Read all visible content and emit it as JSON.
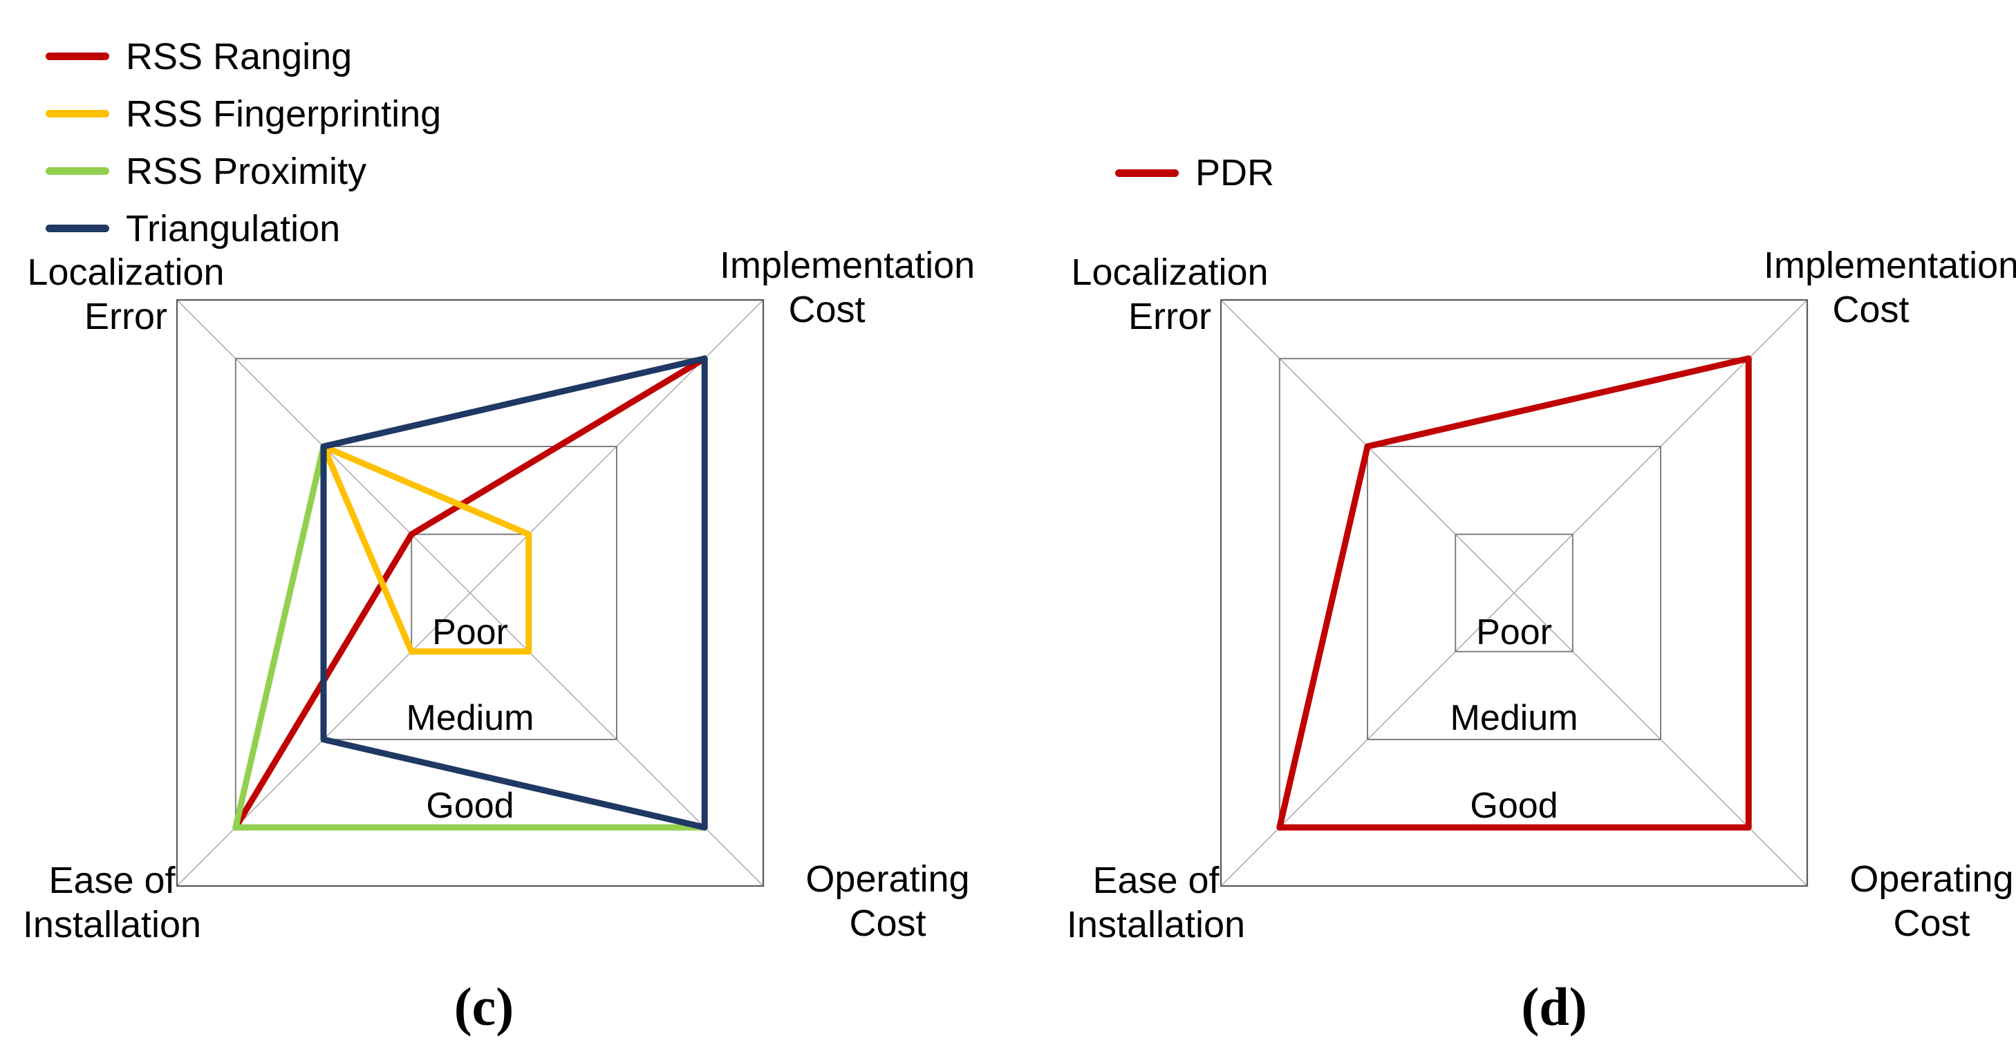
{
  "figure": {
    "background": "#FFFFFF",
    "grid": {
      "border_color": "#595959",
      "ring_color": "#7F7F7F",
      "diagonal_color": "#A6A6A6"
    }
  },
  "chart_data": [
    {
      "type": "radar",
      "panel_label": "(c)",
      "grid_shape": "square",
      "grid_diagonals": true,
      "axes": [
        "Localization Error",
        "Implementation Cost",
        "Operating Cost",
        "Ease of Installation"
      ],
      "axes_positions": [
        "top-left",
        "top-right",
        "bottom-right",
        "bottom-left"
      ],
      "levels": [
        "Poor",
        "Medium",
        "Good"
      ],
      "level_fractions": [
        0.2,
        0.5,
        0.8
      ],
      "legend_position": "top-left",
      "series": [
        {
          "name": "RSS Ranging",
          "color": "#C00000",
          "values": [
            "Poor",
            "Good",
            null,
            "Good"
          ]
        },
        {
          "name": "RSS Fingerprinting",
          "color": "#FFC000",
          "values": [
            "Medium",
            "Poor",
            "Poor",
            "Poor"
          ]
        },
        {
          "name": "RSS Proximity",
          "color": "#92D050",
          "values": [
            "Medium",
            null,
            "Good",
            "Good"
          ]
        },
        {
          "name": "Triangulation",
          "color": "#1F3864",
          "values": [
            "Medium",
            "Good",
            "Good",
            "Medium"
          ]
        }
      ]
    },
    {
      "type": "radar",
      "panel_label": "(d)",
      "grid_shape": "square",
      "grid_diagonals": true,
      "axes": [
        "Localization Error",
        "Implementation Cost",
        "Operating Cost",
        "Ease of Installation"
      ],
      "axes_positions": [
        "top-left",
        "top-right",
        "bottom-right",
        "bottom-left"
      ],
      "levels": [
        "Poor",
        "Medium",
        "Good"
      ],
      "level_fractions": [
        0.2,
        0.5,
        0.8
      ],
      "legend_position": "top-center",
      "series": [
        {
          "name": "PDR",
          "color": "#C00000",
          "values": [
            "Medium",
            "Good",
            "Good",
            "Good"
          ]
        }
      ]
    }
  ]
}
